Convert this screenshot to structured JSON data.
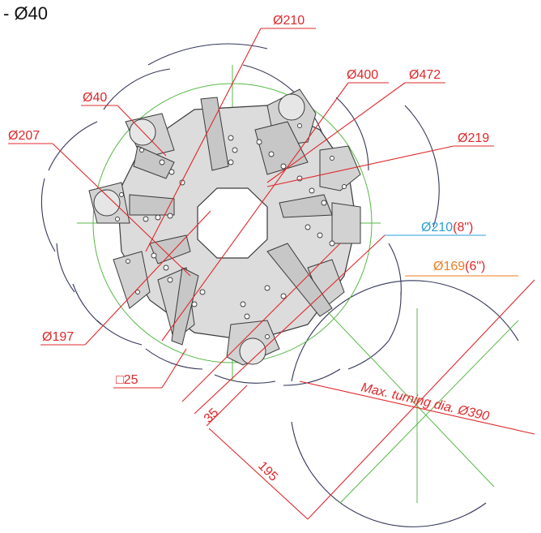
{
  "header": {
    "text": "- Ø40"
  },
  "colors": {
    "red": "#e0282b",
    "blue": "#2a9fd8",
    "orange": "#ee7d22",
    "green": "#58b947",
    "navy": "#33365a",
    "body_fill": "#dcdcdc",
    "body_stroke": "#3a3a3a"
  },
  "labels": {
    "d210": "Ø210",
    "d400": "Ø400",
    "d472": "Ø472",
    "d40": "Ø40",
    "d219": "Ø219",
    "d207": "Ø207",
    "d197": "Ø197",
    "sq25": "□25",
    "chuck8_dia": "Ø210",
    "chuck8_size": "(8\")",
    "chuck6_dia": "Ø169",
    "chuck6_size": "(6\")",
    "max_turning": "Max. turning dia. Ø390",
    "dim35": "35",
    "dim195": "195"
  }
}
